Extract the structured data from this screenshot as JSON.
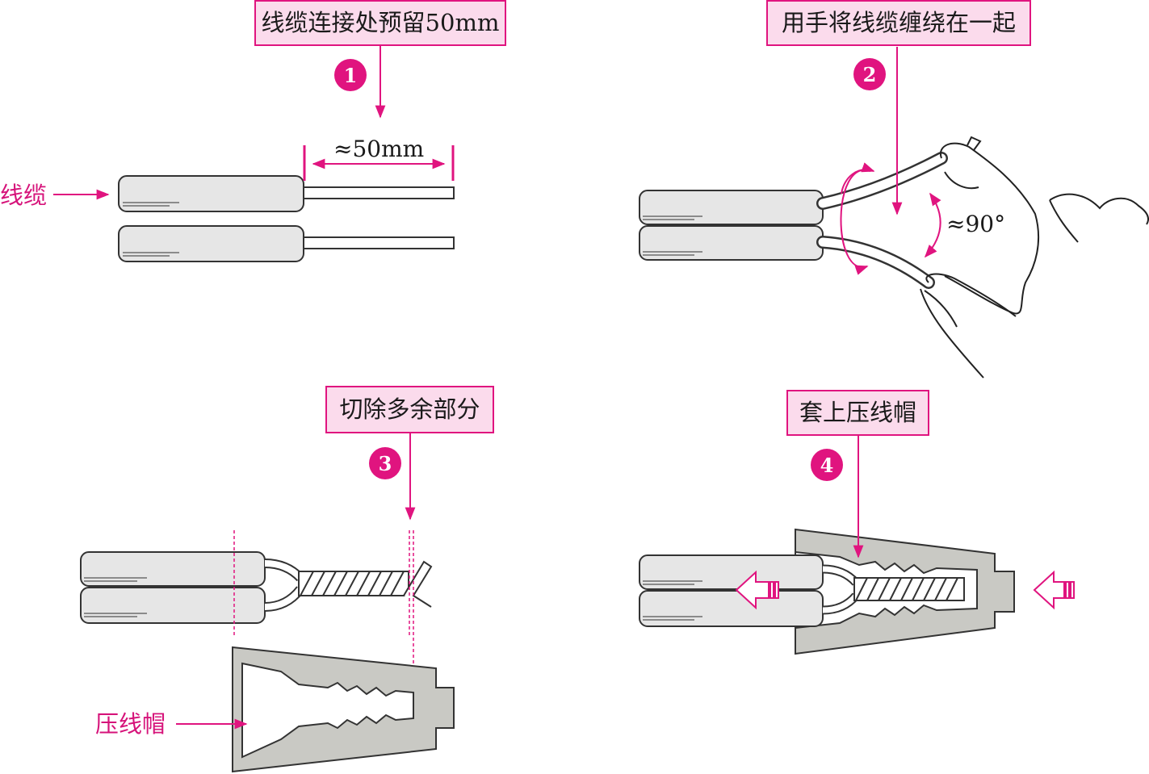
{
  "steps": [
    {
      "number": "1",
      "label": "线缆连接处预留50mm"
    },
    {
      "number": "2",
      "label": "用手将线缆缠绕在一起"
    },
    {
      "number": "3",
      "label": "切除多余部分"
    },
    {
      "number": "4",
      "label": "套上压线帽"
    }
  ],
  "callouts": {
    "cable": "线缆",
    "wire_cap": "压线帽"
  },
  "dimensions": {
    "strip_length": "≈50mm",
    "twist_angle": "≈90°"
  },
  "colors": {
    "accent": "#e0147f",
    "label_fill": "#fbdbec",
    "cable_fill": "#e6e6e6",
    "cap_fill": "#c9c9c4",
    "outline": "#333333"
  }
}
